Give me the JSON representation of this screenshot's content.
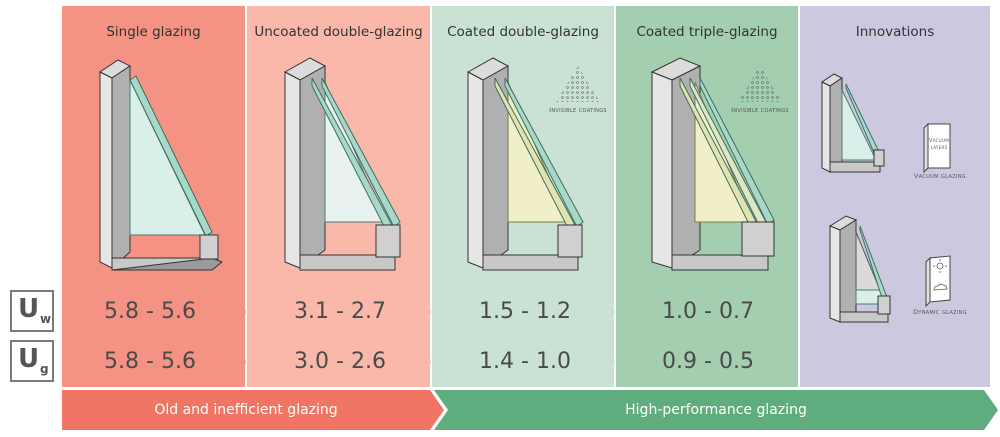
{
  "columns": [
    {
      "title": "Single glazing",
      "uw": "5.8 - 5.6",
      "ug": "5.8 - 5.6"
    },
    {
      "title": "Uncoated double-glazing",
      "uw": "3.1 - 2.7",
      "ug": "3.0 - 2.6"
    },
    {
      "title": "Coated double-glazing",
      "uw": "1.5 - 1.2",
      "ug": "1.4 - 1.0"
    },
    {
      "title": "Coated triple-glazing",
      "uw": "1.0 - 0.7",
      "ug": "0.9 - 0.5"
    },
    {
      "title": "Innovations"
    }
  ],
  "row_labels": {
    "uw": {
      "letter": "U",
      "sub": "w"
    },
    "ug": {
      "letter": "U",
      "sub": "g"
    }
  },
  "coatings_label": "Invisible coatings",
  "innovations": {
    "vacuum_label": "Vacuum glazing",
    "vacuum_layers": "Vacuum layers",
    "dynamic_label": "Dynamic glazing"
  },
  "bottom": {
    "old": "Old and inefficient glazing",
    "high": "High-performance glazing"
  },
  "colors": {
    "single": "#f49383",
    "uncoated": "#f9b8a9",
    "coated_double": "#c9e2d3",
    "coated_triple": "#a3cfb0",
    "innovations": "#cbc8e0",
    "old_arrow": "#f07564",
    "high_arrow": "#5fad7f"
  }
}
